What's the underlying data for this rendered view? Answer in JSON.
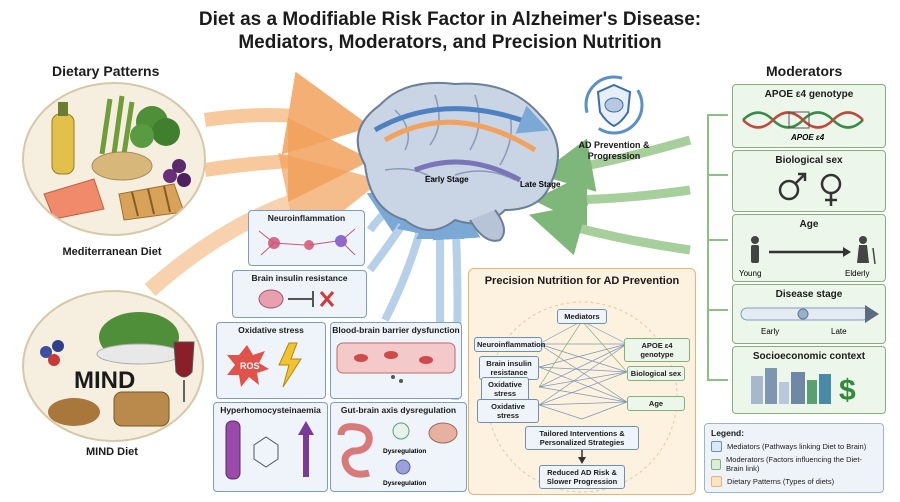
{
  "title_line1": "Diet as a Modifiable Risk Factor in Alzheimer's Disease:",
  "title_line2": "Mediators, Moderators, and Precision Nutrition",
  "dietary_patterns": {
    "heading": "Dietary Patterns",
    "mediterranean_label": "Mediterranean Diet",
    "mind_badge": "MIND",
    "mind_label": "MIND Diet"
  },
  "brain": {
    "early_stage": "Early Stage",
    "late_stage": "Late Stage",
    "ad_prevention": "AD Prevention & Progression"
  },
  "mediators": {
    "neuroinflammation": "Neuroinflammation",
    "insulin_resistance": "Brain insulin resistance",
    "oxidative_stress": "Oxidative stress",
    "ros": "ROS",
    "bbb": "Blood-brain barrier dysfunction",
    "hyperhomocysteinaemia": "Hyperhomocysteinaemia",
    "gut_brain": "Gut-brain axis dysregulation",
    "dysregulation_1": "Dysregulation",
    "dysregulation_2": "Dysregulation"
  },
  "moderators": {
    "heading": "Moderators",
    "apoe_title": "APOE ε4 genotype",
    "apoe_label": "APOE ε4",
    "sex_title": "Biological sex",
    "age_title": "Age",
    "age_young": "Young",
    "age_elderly": "Elderly",
    "stage_title": "Disease stage",
    "stage_early": "Early",
    "stage_late": "Late",
    "ses_title": "Socioeconomic context"
  },
  "precision": {
    "title": "Precision Nutrition for AD Prevention",
    "mediators": "Mediators",
    "neuroinflammation": "Neuroinflammation",
    "insulin": "Brain insulin resistance",
    "oxidative1": "Oxidative stress",
    "oxidative2": "Oxidative stress",
    "apoe": "APOE ε4 genotype",
    "sex": "Biological sex",
    "age": "Age",
    "tailored": "Tailored Interventions & Personalized Strategies",
    "reduced": "Reduced AD Risk & Slower Progression"
  },
  "legend": {
    "title": "Legend:",
    "mediators": "Mediators (Pathways linking Diet to Brain)",
    "moderators": "Moderators (Factors influencing the Diet-Brain link)",
    "patterns": "Dietary Patterns (Types of diets)"
  },
  "colors": {
    "mediator": "#eef4fa",
    "moderator": "#edf6ea",
    "pattern": "#fdf1e0",
    "orange_arrow": "#f2a25c",
    "blue_arrow": "#7aa9d6",
    "green_arrow": "#7fb77a"
  }
}
